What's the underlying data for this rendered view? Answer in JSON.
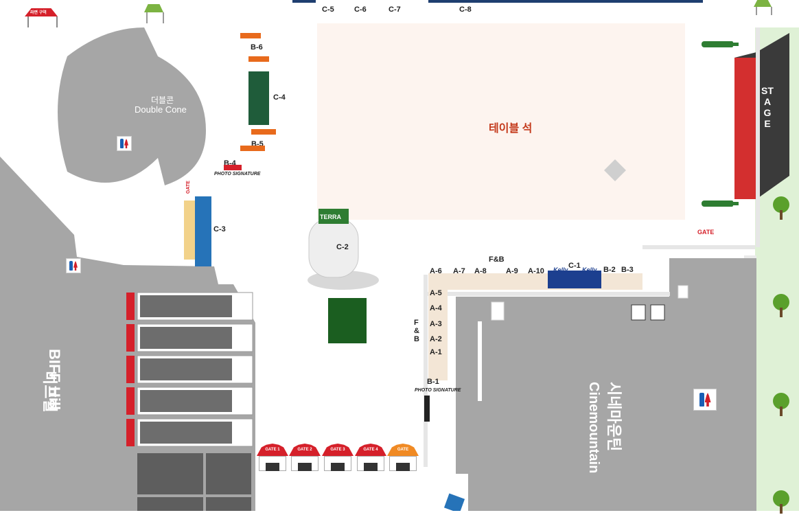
{
  "areas": {
    "double_cone_ko": "더블콘",
    "double_cone_en": "Double Cone",
    "biff_hill_ko": "비프힐",
    "biff_hill_en": "BIFF Hill",
    "cinemountain_ko": "시네마운틴",
    "cinemountain_en": "Cinemountain",
    "table_seating": "테이블 석",
    "stage": "STAGE"
  },
  "booths": {
    "b6": "B-6",
    "b5": "B-5",
    "b4": "B-4",
    "b2": "B-2",
    "b3": "B-3",
    "b1": "B-1",
    "c1": "C-1",
    "c2": "C-2",
    "c3": "C-3",
    "c4": "C-4",
    "c5": "C-5",
    "c6": "C-6",
    "c7": "C-7",
    "c8": "C-8",
    "a1": "A-1",
    "a2": "A-2",
    "a3": "A-3",
    "a4": "A-4",
    "a5": "A-5",
    "a6": "A-6",
    "a7": "A-7",
    "a8": "A-8",
    "a9": "A-9",
    "a10": "A-10"
  },
  "labels": {
    "fnb": "F&B",
    "fnb_vertical": "F&B",
    "photo_signature": "PHOTO SIGNATURE",
    "gate": "GATE",
    "terra": "TERRA",
    "kelly": "Kelly",
    "ramen_zone": "라면 구역"
  },
  "gates": [
    {
      "label": "GATE 1"
    },
    {
      "label": "GATE 2"
    },
    {
      "label": "GATE 3"
    },
    {
      "label": "GATE 4"
    }
  ],
  "colors": {
    "venue_gray": "#a6a6a6",
    "booth_orange": "#e86a1c",
    "gate_red": "#d5202a",
    "stage_red": "#d32f2f",
    "grass_green": "#dff1d6",
    "terra_green": "#2e7d32"
  }
}
